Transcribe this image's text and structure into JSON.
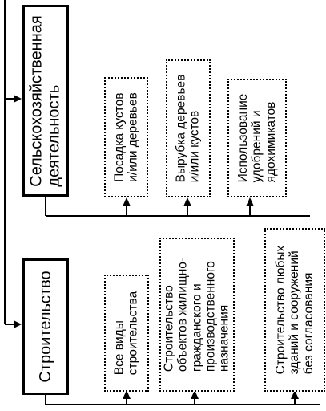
{
  "groups": [
    {
      "title_lines": [
        "Сельскохозяйственная",
        "деятельность"
      ],
      "items": [
        {
          "lines": [
            "Посадка кустов",
            "и/или деревьев"
          ]
        },
        {
          "lines": [
            "Вырубка деревьев",
            "и/или кустов"
          ]
        },
        {
          "lines": [
            "Использование",
            "удобрений и",
            "ядохимикатов"
          ]
        }
      ]
    },
    {
      "title_lines": [
        "Строительство"
      ],
      "items": [
        {
          "lines": [
            "Все виды",
            "строительства"
          ]
        },
        {
          "lines": [
            "Строительство",
            "объектов жилищно-",
            "гражданского и",
            "производственного",
            "назначения"
          ]
        },
        {
          "lines": [
            "Строительство любых",
            "зданий и сооружений",
            "без согласования"
          ]
        }
      ]
    }
  ]
}
